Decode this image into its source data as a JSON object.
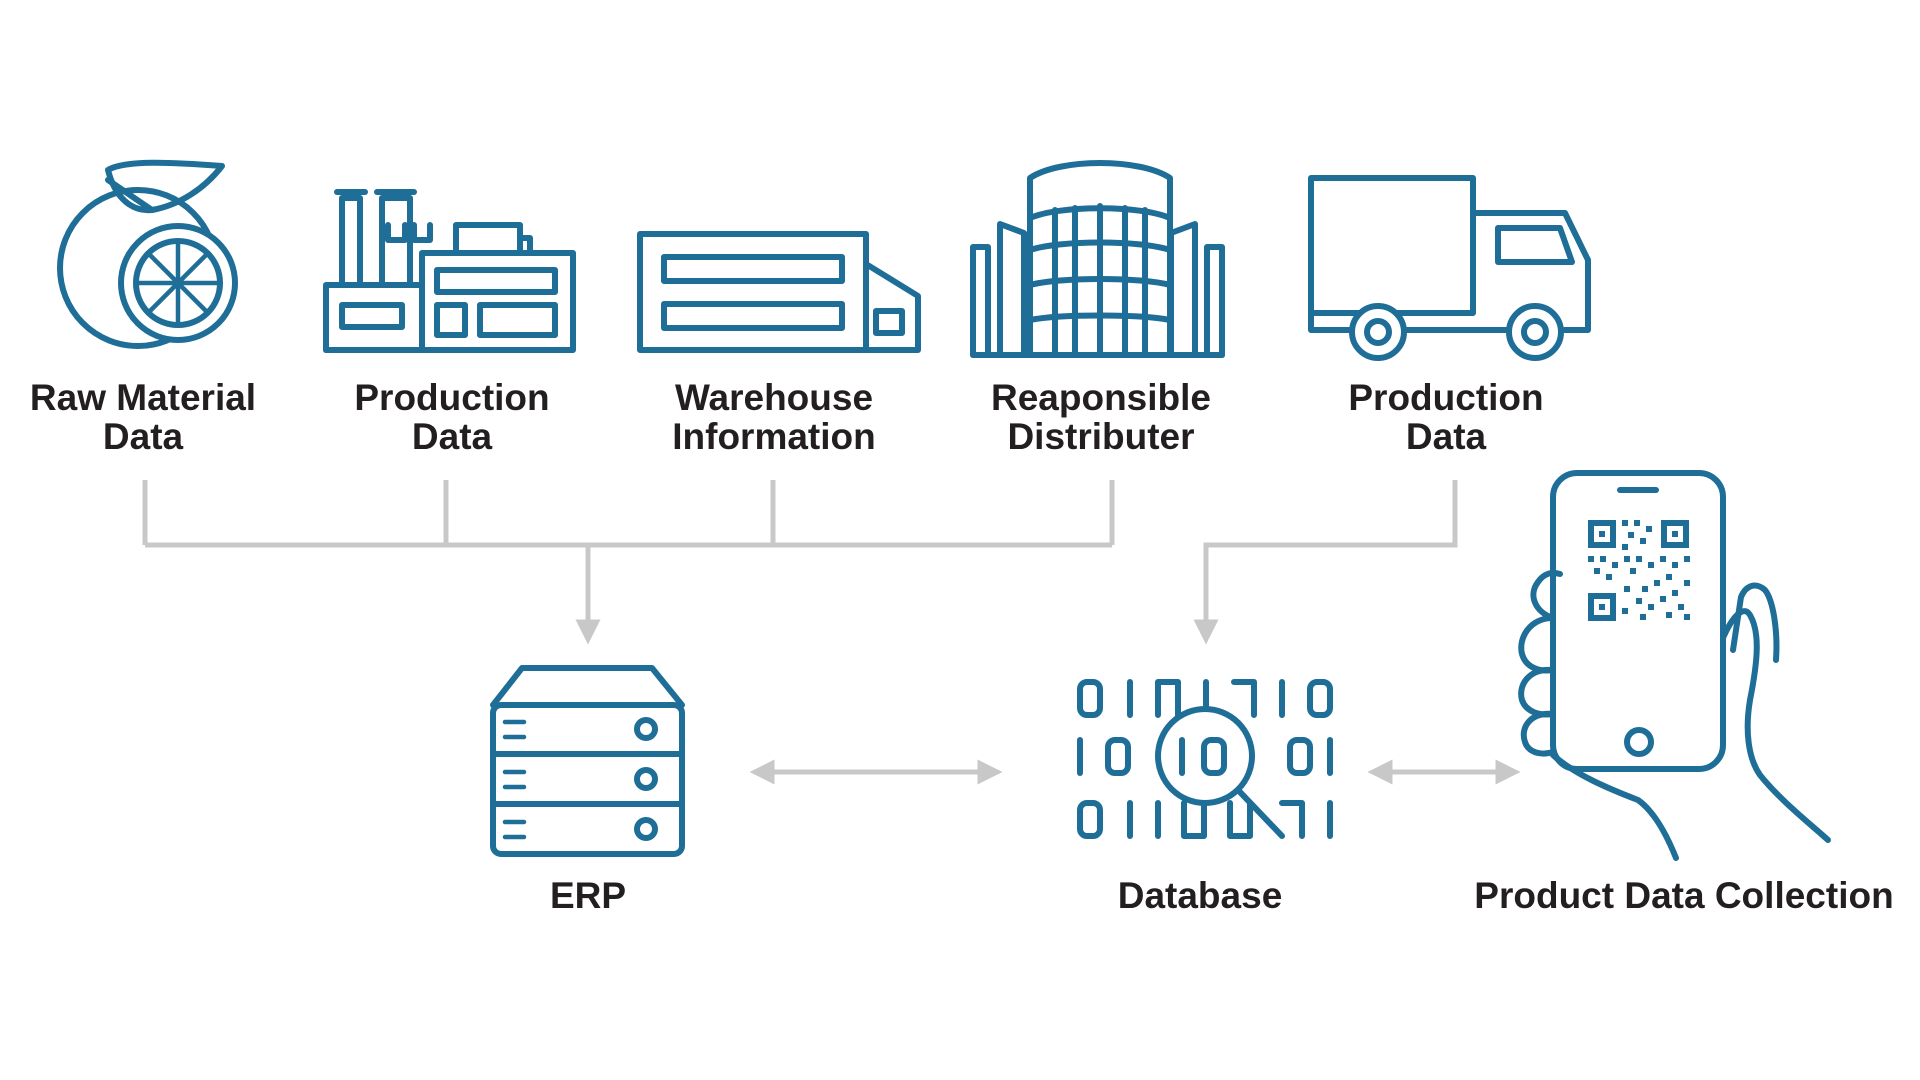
{
  "colors": {
    "icon": "#1f6e98",
    "connector": "#c8c8c8",
    "text": "#231f20",
    "background": "#ffffff"
  },
  "sources": [
    {
      "icon": "fruit-icon",
      "line1": "Raw Material",
      "line2": "Data"
    },
    {
      "icon": "factory-icon",
      "line1": "Production",
      "line2": "Data"
    },
    {
      "icon": "warehouse-icon",
      "line1": "Warehouse",
      "line2": "Information"
    },
    {
      "icon": "distributor-building-icon",
      "line1": "Reaponsible",
      "line2": "Distributer"
    },
    {
      "icon": "truck-icon",
      "line1": "Production",
      "line2": "Data"
    }
  ],
  "targets": {
    "erp": {
      "icon": "server-icon",
      "label": "ERP"
    },
    "database": {
      "icon": "binary-search-icon",
      "label": "Database"
    },
    "collection": {
      "icon": "phone-qr-icon",
      "label": "Product Data Collection"
    }
  }
}
